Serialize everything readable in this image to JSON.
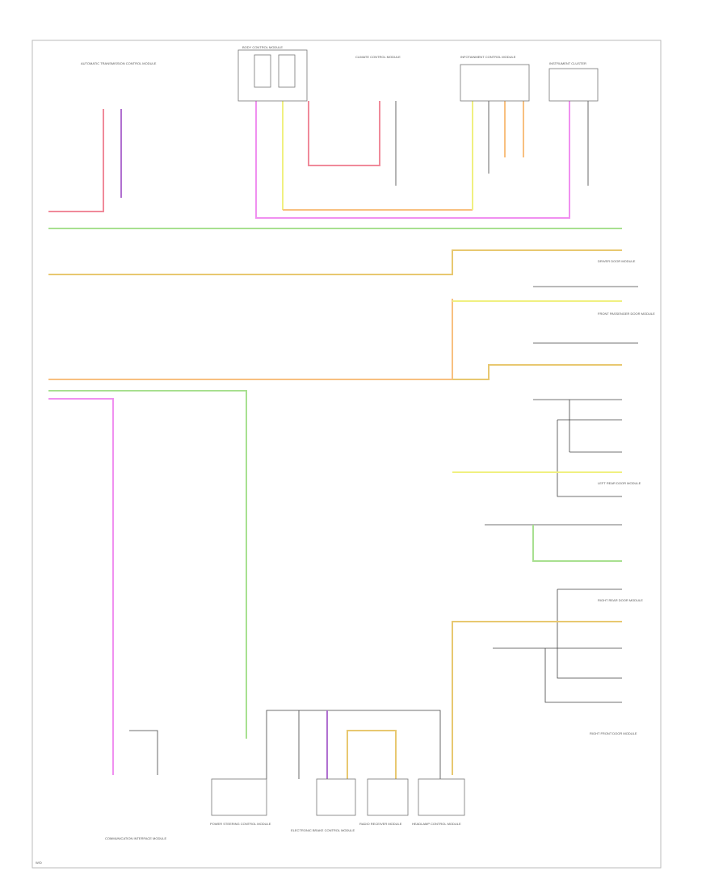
{
  "diagram": {
    "title": "Wiring diagram (2 of 2)",
    "components": [
      {
        "label": "AUTOMATIC TRANSMISSION CONTROL MODULE"
      },
      {
        "label": "BODY CONTROL MODULE"
      },
      {
        "label": "CLIMATE CONTROL MODULE"
      },
      {
        "label": "INFOTAINMENT CONTROL MODULE"
      },
      {
        "label": "INSTRUMENT CLUSTER"
      },
      {
        "label": "COMMUNICATION INTERFACE MODULE"
      },
      {
        "label": "ELECTRONIC BRAKE CONTROL MODULE"
      },
      {
        "label": "RADIO RECEIVER MODULE"
      },
      {
        "label": "HEADLAMP CONTROL MODULE"
      },
      {
        "label": "POWER STEERING CONTROL MODULE"
      }
    ],
    "right_labels": [
      {
        "label": "DRIVER DOOR MODULE"
      },
      {
        "label": "FRONT PASSENGER DOOR MODULE"
      },
      {
        "label": "LEFT REAR DOOR MODULE"
      },
      {
        "label": "RIGHT REAR DOOR MODULE"
      },
      {
        "label": "RIGHT FRONT DOOR MODULE"
      }
    ],
    "footer": "W/D"
  },
  "colors": {
    "red": "#f08a9a",
    "purple": "#b070d0",
    "green": "#a8e090",
    "yellow": "#f0f080",
    "orange": "#f8c080",
    "pink": "#f090f0",
    "tan": "#e8c870"
  }
}
